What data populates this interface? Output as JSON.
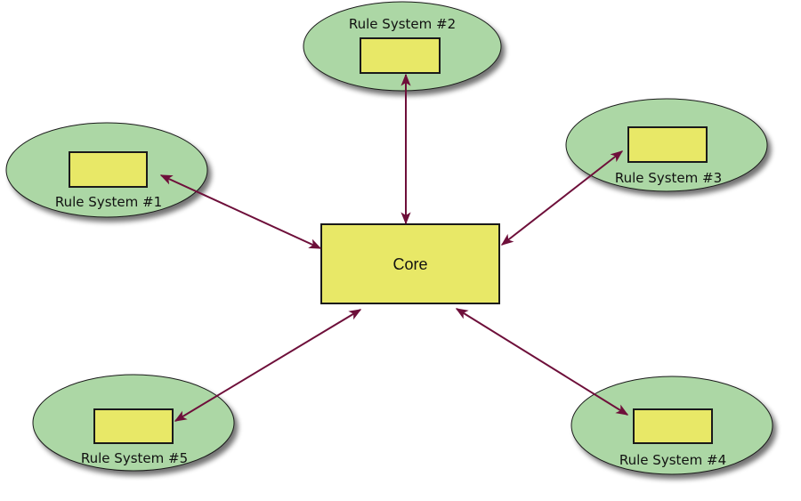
{
  "diagram": {
    "type": "hub-and-spoke",
    "colors": {
      "ellipse_fill": "#acd7a5",
      "box_fill": "#e8e867",
      "arrow": "#6e0f3a",
      "outline": "#1a1a1a"
    },
    "core": {
      "label": "Core"
    },
    "rule_systems": [
      {
        "id": "rs1",
        "label": "Rule System #1"
      },
      {
        "id": "rs2",
        "label": "Rule System #2"
      },
      {
        "id": "rs3",
        "label": "Rule System #3"
      },
      {
        "id": "rs4",
        "label": "Rule System #4"
      },
      {
        "id": "rs5",
        "label": "Rule System #5"
      }
    ],
    "connections": [
      {
        "from": "rs1",
        "to": "core",
        "bidirectional": true
      },
      {
        "from": "rs2",
        "to": "core",
        "bidirectional": true
      },
      {
        "from": "rs3",
        "to": "core",
        "bidirectional": true
      },
      {
        "from": "rs4",
        "to": "core",
        "bidirectional": true
      },
      {
        "from": "rs5",
        "to": "core",
        "bidirectional": true
      }
    ]
  }
}
